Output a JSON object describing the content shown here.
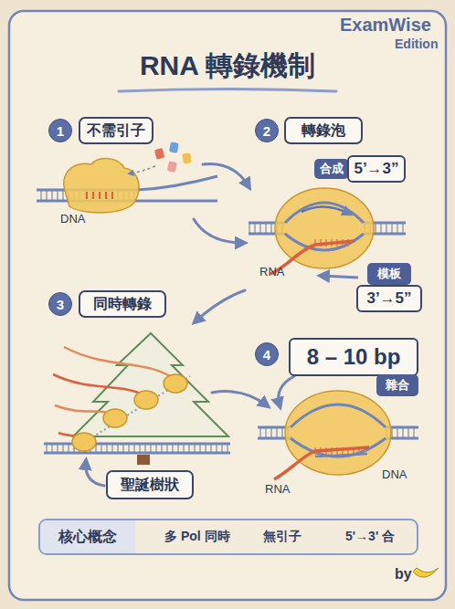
{
  "diagram": {
    "title": "RNA 轉錄機制",
    "nodes": [
      {
        "text": [
          "1"
        ]
      },
      {
        "text": [
          "不需引子"
        ]
      },
      {
        "text": [
          "2"
        ]
      },
      {
        "text": [
          "轉錄泡"
        ]
      },
      {
        "text": [
          "合成",
          "5’→3”"
        ]
      },
      {
        "text": [
          "模板",
          "3’→5”"
        ]
      },
      {
        "text": [
          "3"
        ]
      },
      {
        "text": [
          "同時轉錄"
        ]
      },
      {
        "text": [
          "4"
        ]
      },
      {
        "text": [
          "8 – 10 bp",
          "雜合"
        ]
      },
      {
        "text": [
          "聖誕樹狀"
        ]
      },
      {
        "text": [
          "核心概念"
        ]
      }
    ],
    "labels": [
      "ExamWise",
      "Edition",
      "DNA",
      "RNA",
      "RNA",
      "DNA",
      "by"
    ],
    "legend": [
      {
        "text": "多 Pol 同時"
      },
      {
        "text": "無引子"
      },
      {
        "text": "5'→3' 合"
      }
    ]
  }
}
